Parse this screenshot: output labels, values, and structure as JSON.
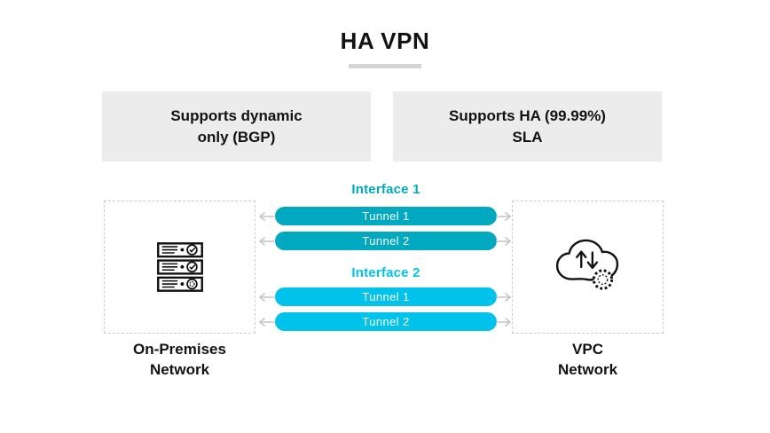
{
  "title": "HA VPN",
  "feature_boxes": [
    {
      "line1": "Supports dynamic",
      "line2": "only (BGP)"
    },
    {
      "line1": "Supports HA (99.99%)",
      "line2": "SLA"
    }
  ],
  "interfaces": [
    {
      "label": "Interface 1",
      "color": "#00a9c0",
      "tunnels": [
        "Tunnel 1",
        "Tunnel 2"
      ]
    },
    {
      "label": "Interface 2",
      "color": "#00c2ea",
      "tunnels": [
        "Tunnel 1",
        "Tunnel 2"
      ]
    }
  ],
  "nodes": {
    "on_premises": {
      "line1": "On-Premises",
      "line2": "Network",
      "icon": "server-stack-icon"
    },
    "vpc": {
      "line1": "VPC",
      "line2": "Network",
      "icon": "cloud-sync-icon"
    }
  },
  "colors": {
    "feature_box_bg": "#ececec",
    "title_underline": "#d6d6d6",
    "arrow": "#c4c4c4",
    "dashed_border": "#cccccc",
    "icon_stroke": "#111111",
    "text": "#121212",
    "tunnel_text": "#ffffff"
  }
}
